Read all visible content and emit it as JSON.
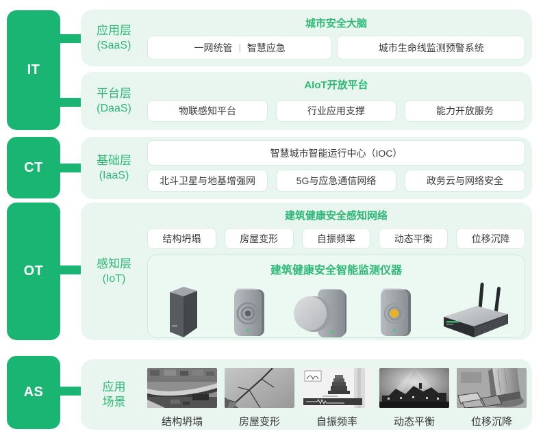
{
  "colors": {
    "accent_green": "#1ab573",
    "panel_bg": "#e9f6f0",
    "title_green": "#2db875",
    "box_border": "#d5ecdf",
    "text_dark": "#3a3a3a",
    "beacon_yellow": "#e8b41e"
  },
  "left_rail": {
    "blocks": [
      {
        "label": "IT"
      },
      {
        "label": "CT"
      },
      {
        "label": "OT"
      },
      {
        "label": "AS"
      }
    ]
  },
  "panels": {
    "saas": {
      "label1": "应用层",
      "label2": "(SaaS)",
      "title": "城市安全大脑",
      "box1_left": "一网统管",
      "box1_sep": "|",
      "box1_right": "智慧应急",
      "box2": "城市生命线监测预警系统"
    },
    "daas": {
      "label1": "平台层",
      "label2": "(DaaS)",
      "title": "AIoT开放平台",
      "boxes": [
        "物联感知平台",
        "行业应用支撑",
        "能力开放服务"
      ]
    },
    "iaas": {
      "label1": "基础层",
      "label2": "(IaaS)",
      "wide_box": "智慧城市智能运行中心（IOC）",
      "boxes": [
        "北斗卫星与地基增强网",
        "5G与应急通信网络",
        "政务云与网络安全"
      ]
    },
    "iot": {
      "label1": "感知层",
      "label2": "(IoT)",
      "title": "建筑健康安全感知网络",
      "chips": [
        "结构坍塌",
        "房屋变形",
        "自振频率",
        "动态平衡",
        "位移沉降"
      ],
      "device_box_title": "建筑健康安全智能监测仪器",
      "device_icons": [
        "column-sensor-icon",
        "vibration-sensor-icon",
        "disc-sensor-icon",
        "beacon-sensor-icon",
        "gateway-router-icon"
      ]
    },
    "scenes": {
      "label1": "应用",
      "label2": "场景",
      "captions": [
        "结构坍塌",
        "房屋变形",
        "自振频率",
        "动态平衡",
        "位移沉降"
      ]
    }
  }
}
